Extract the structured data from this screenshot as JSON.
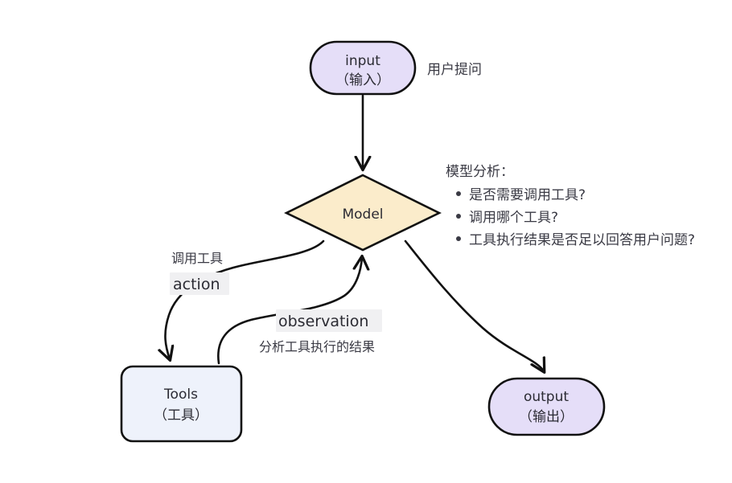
{
  "diagram": {
    "title": "agent-loop-flowchart",
    "background": "#ffffff",
    "stroke_color": "#111111",
    "text_color": "#2b2b33"
  },
  "nodes": {
    "input": {
      "label_en": "input",
      "label_cn": "（输入）",
      "shape": "stadium",
      "fill": "#e5deF8"
    },
    "model": {
      "label_en": "Model",
      "shape": "diamond",
      "fill": "#fbeccb"
    },
    "tools": {
      "label_en": "Tools",
      "label_cn": "（工具）",
      "shape": "rounded-rect",
      "fill": "#eef2fb"
    },
    "output": {
      "label_en": "output",
      "label_cn": "（输出）",
      "shape": "stadium",
      "fill": "#e5deF8"
    }
  },
  "annotations": {
    "input_note": "用户提问",
    "model_note": {
      "heading": "模型分析：",
      "bullets": [
        "是否需要调用工具?",
        "调用哪个工具?",
        "工具执行结果是否足以回答用户问题?"
      ]
    }
  },
  "edges": {
    "input_to_model": {
      "label": "",
      "arrow": "down"
    },
    "model_to_tools": {
      "sublabel": "调用工具",
      "label": "action",
      "arrow": "down"
    },
    "tools_to_model": {
      "label": "observation",
      "sublabel": "分析工具执行的结果",
      "arrow": "up"
    },
    "model_to_output": {
      "label": "",
      "arrow": "down"
    }
  }
}
